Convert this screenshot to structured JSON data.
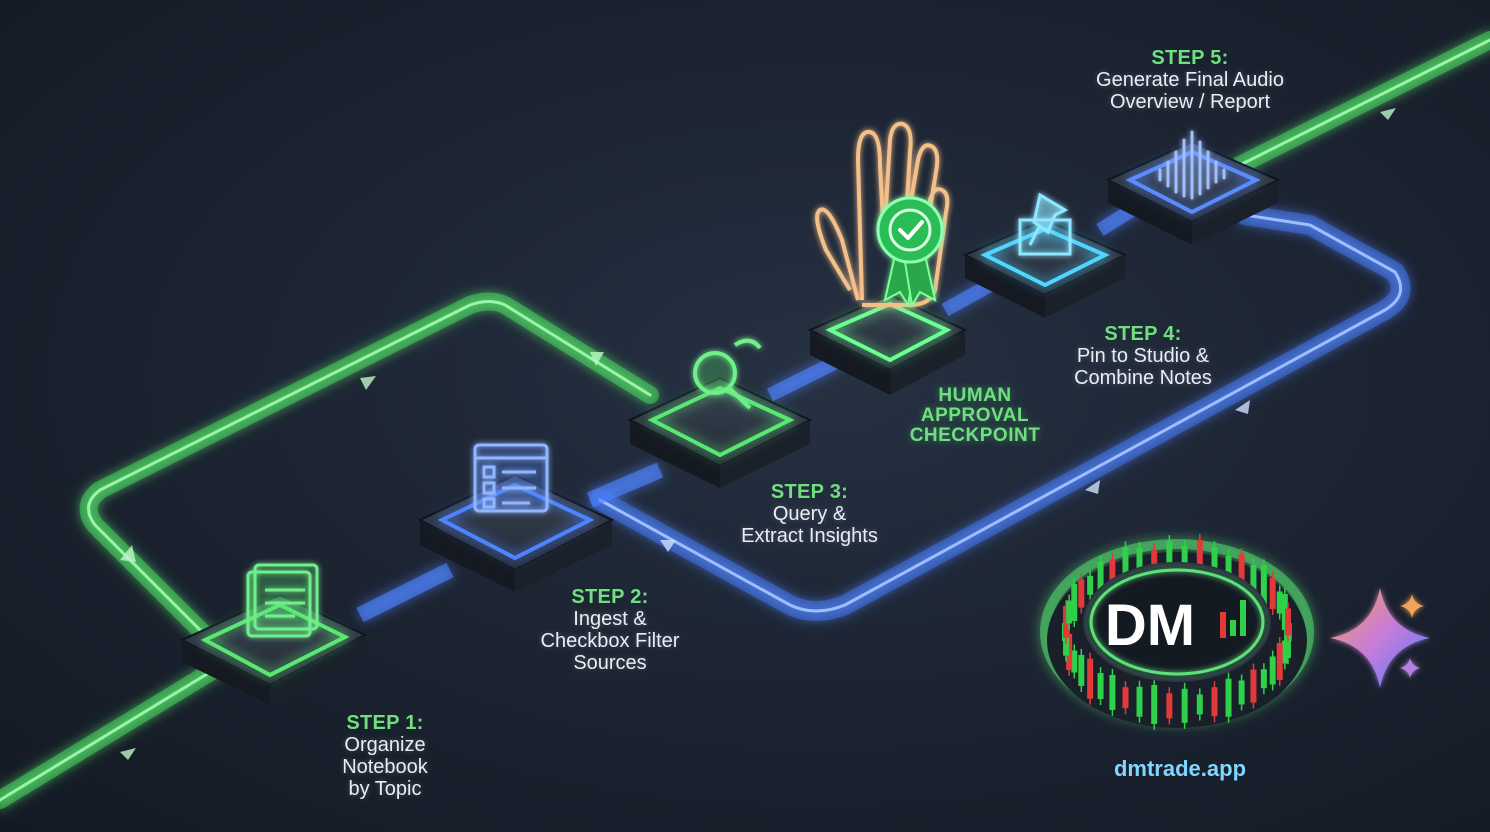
{
  "colors": {
    "green": "#56e06a",
    "blue": "#4f84ff",
    "label_green": "#6fe07e",
    "text": "#e8eef5",
    "site_blue": "#7fd7ff",
    "candle_green": "#2fd04a",
    "candle_red": "#e23a3a"
  },
  "steps": [
    {
      "title": "STEP 1:",
      "description": "Organize\nNotebook\nby Topic",
      "icon": "document-stack-icon"
    },
    {
      "title": "STEP 2:",
      "description": "Ingest &\nCheckbox Filter\nSources",
      "icon": "checklist-window-icon"
    },
    {
      "title": "STEP 3:",
      "description": "Query &\nExtract Insights",
      "icon": "magnifier-icon"
    },
    {
      "title": "STEP 4:",
      "description": "Pin to Studio &\nCombine Notes",
      "icon": "pushpin-icon"
    },
    {
      "title": "STEP 5:",
      "description": "Generate Final Audio\nOverview / Report",
      "icon": "audio-waveform-icon"
    }
  ],
  "checkpoint": {
    "title": "HUMAN\nAPPROVAL\nCHECKPOINT",
    "icon": "raised-hand-approval-badge-icon"
  },
  "brand": {
    "logo_text": "DM",
    "logo_icon": "candlestick-ring-icon",
    "website": "dmtrade.app",
    "sparkle_icon": "sparkle-icon"
  }
}
